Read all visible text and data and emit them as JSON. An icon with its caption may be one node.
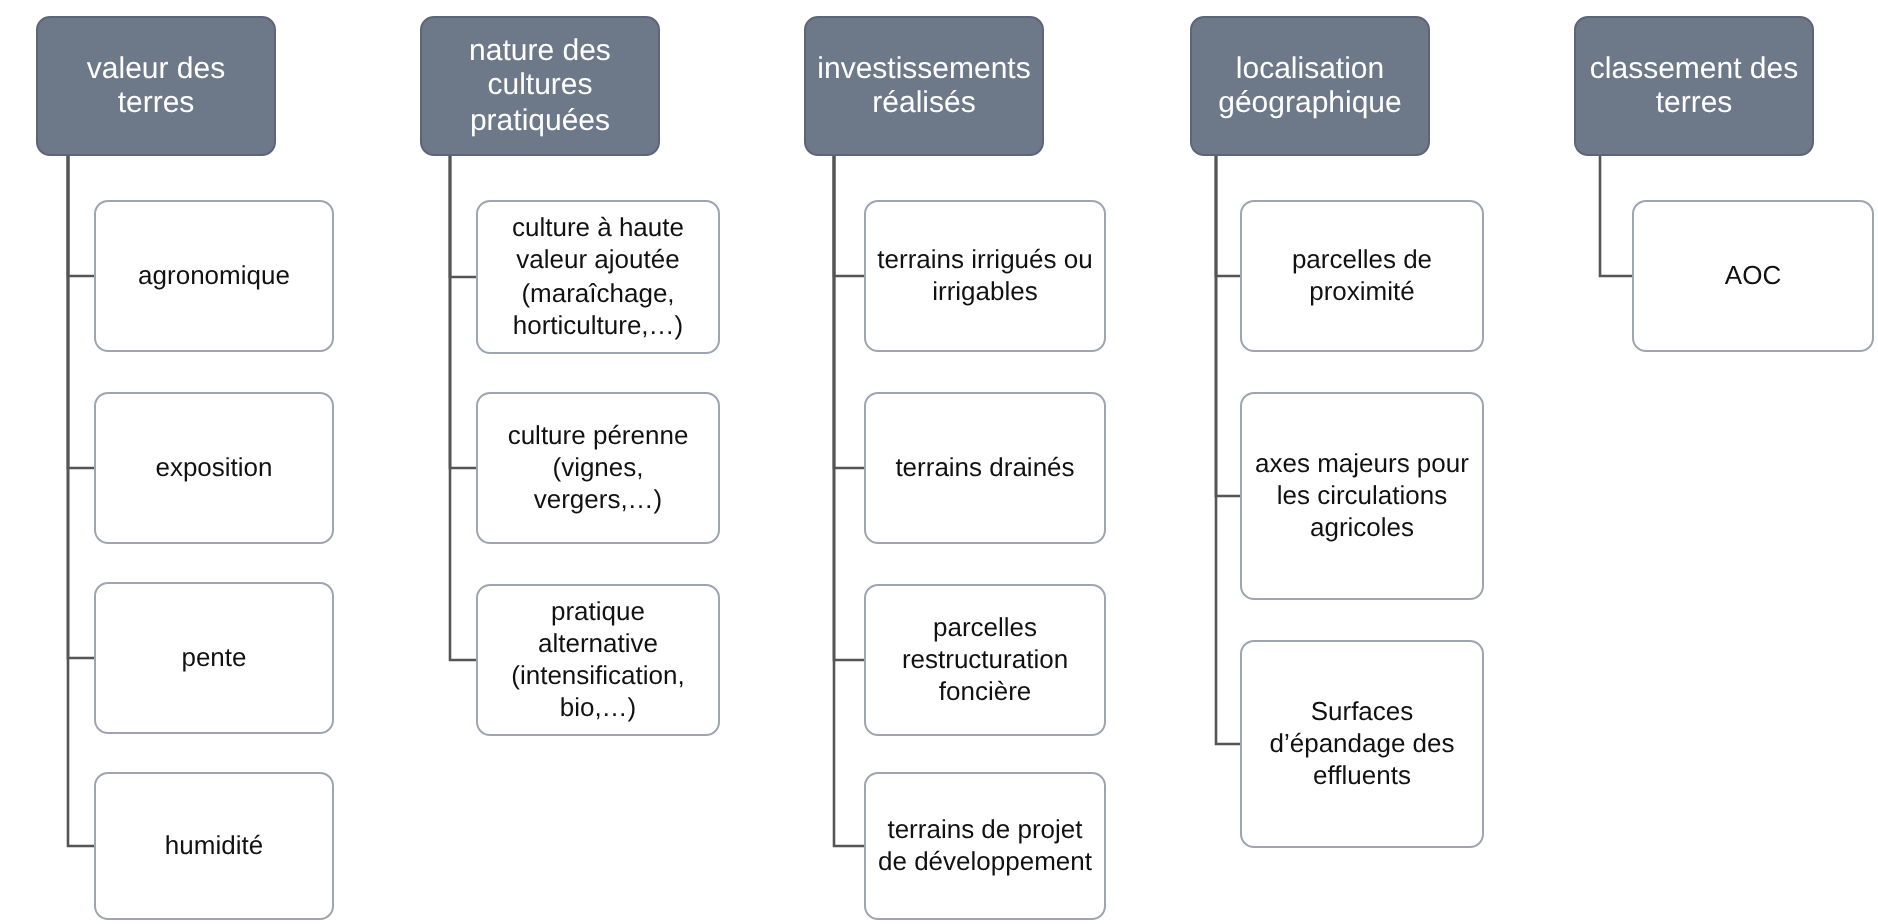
{
  "diagram": {
    "nodes": [
      {
        "text": [
          "valeur des terres"
        ]
      },
      {
        "text": [
          "agronomique"
        ]
      },
      {
        "text": [
          "exposition"
        ]
      },
      {
        "text": [
          "pente"
        ]
      },
      {
        "text": [
          "humidité"
        ]
      },
      {
        "text": [
          "nature des cultures pratiquées"
        ]
      },
      {
        "text": [
          "culture à haute valeur ajoutée (maraîchage, horticulture,…)"
        ]
      },
      {
        "text": [
          "culture pérenne (vignes, vergers,…)"
        ]
      },
      {
        "text": [
          "pratique alternative (intensification, bio,…)"
        ]
      },
      {
        "text": [
          "investissements réalisés"
        ]
      },
      {
        "text": [
          "terrains irrigués ou irrigables"
        ]
      },
      {
        "text": [
          "terrains drainés"
        ]
      },
      {
        "text": [
          "parcelles restructuration foncière"
        ]
      },
      {
        "text": [
          "terrains de projet de développement"
        ]
      },
      {
        "text": [
          "localisation géographique"
        ]
      },
      {
        "text": [
          "parcelles de proximité"
        ]
      },
      {
        "text": [
          "axes majeurs pour les circulations agricoles"
        ]
      },
      {
        "text": [
          "Surfaces d’épandage des effluents"
        ]
      },
      {
        "text": [
          "classement des terres"
        ]
      },
      {
        "text": [
          "AOC"
        ]
      }
    ],
    "edges": [
      {
        "from": 0,
        "to": 1,
        "arrow": "none"
      },
      {
        "from": 0,
        "to": 2,
        "arrow": "none"
      },
      {
        "from": 0,
        "to": 3,
        "arrow": "none"
      },
      {
        "from": 0,
        "to": 4,
        "arrow": "none"
      },
      {
        "from": 5,
        "to": 6,
        "arrow": "none"
      },
      {
        "from": 5,
        "to": 7,
        "arrow": "none"
      },
      {
        "from": 5,
        "to": 8,
        "arrow": "none"
      },
      {
        "from": 9,
        "to": 10,
        "arrow": "none"
      },
      {
        "from": 9,
        "to": 11,
        "arrow": "none"
      },
      {
        "from": 9,
        "to": 12,
        "arrow": "none"
      },
      {
        "from": 9,
        "to": 13,
        "arrow": "none"
      },
      {
        "from": 14,
        "to": 15,
        "arrow": "none"
      },
      {
        "from": 14,
        "to": 16,
        "arrow": "none"
      },
      {
        "from": 14,
        "to": 17,
        "arrow": "none"
      },
      {
        "from": 18,
        "to": 19,
        "arrow": "none"
      }
    ]
  }
}
